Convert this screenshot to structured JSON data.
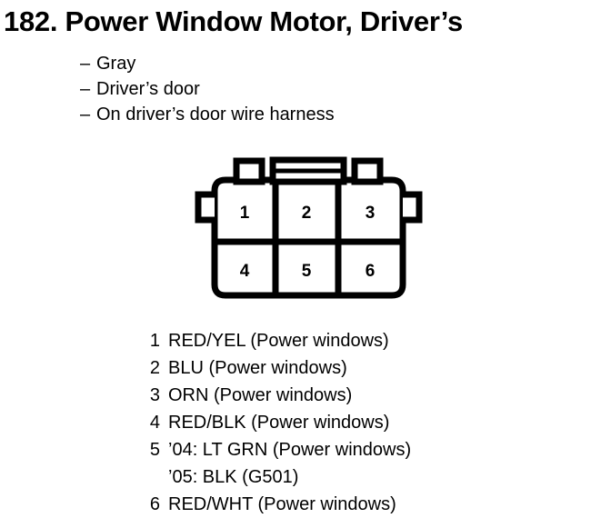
{
  "header": {
    "number": "182.",
    "title": "182. Power Window Motor, Driver’s"
  },
  "attributes": {
    "dash": "–",
    "items": [
      "Gray",
      "Driver’s door",
      "On driver’s door wire harness"
    ]
  },
  "connector": {
    "shape": "6-pin rectangular connector, 3 columns x 2 rows",
    "pin_positions": {
      "top_row": [
        "1",
        "2",
        "3"
      ],
      "bottom_row": [
        "4",
        "5",
        "6"
      ]
    },
    "colors": {
      "outline": "#000000",
      "fill": "#ffffff"
    }
  },
  "pin_legend": [
    {
      "index": "1",
      "desc": "RED/YEL (Power windows)",
      "sub": ""
    },
    {
      "index": "2",
      "desc": "BLU (Power windows)",
      "sub": ""
    },
    {
      "index": "3",
      "desc": "ORN (Power windows)",
      "sub": ""
    },
    {
      "index": "4",
      "desc": "RED/BLK (Power windows)",
      "sub": ""
    },
    {
      "index": "5",
      "desc": "’04: LT GRN (Power windows)",
      "sub": "’05: BLK (G501)"
    },
    {
      "index": "6",
      "desc": "RED/WHT (Power windows)",
      "sub": ""
    }
  ]
}
